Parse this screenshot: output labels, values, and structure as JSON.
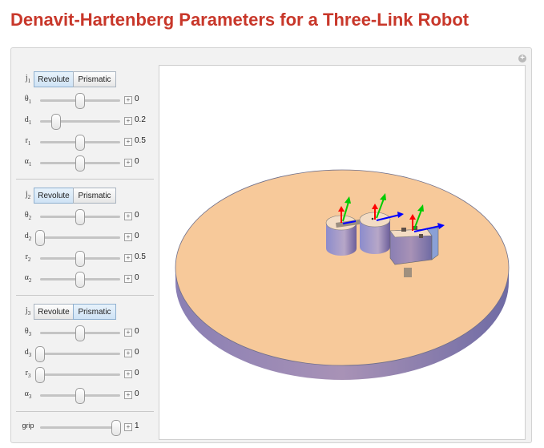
{
  "title": "Denavit-Hartenberg Parameters for a Three-Link Robot",
  "colors": {
    "title": "#c8372a",
    "disc_top": "#f7c99a",
    "disc_side": "#7a6ea8",
    "x_axis": "#0000ff",
    "y_axis": "#00cc00",
    "z_axis": "#ff0000"
  },
  "joints": [
    {
      "label": "j",
      "index": "1",
      "buttons": {
        "revolute": "Revolute",
        "prismatic": "Prismatic"
      },
      "selected": "revolute",
      "params": [
        {
          "symbol": "θ",
          "index": "1",
          "value": "0",
          "fraction": 0.5
        },
        {
          "symbol": "d",
          "index": "1",
          "value": "0.2",
          "fraction": 0.2
        },
        {
          "symbol": "r",
          "index": "1",
          "value": "0.5",
          "fraction": 0.5
        },
        {
          "symbol": "α",
          "index": "1",
          "value": "0",
          "fraction": 0.5
        }
      ]
    },
    {
      "label": "j",
      "index": "2",
      "buttons": {
        "revolute": "Revolute",
        "prismatic": "Prismatic"
      },
      "selected": "revolute",
      "params": [
        {
          "symbol": "θ",
          "index": "2",
          "value": "0",
          "fraction": 0.5
        },
        {
          "symbol": "d",
          "index": "2",
          "value": "0",
          "fraction": 0.0
        },
        {
          "symbol": "r",
          "index": "2",
          "value": "0.5",
          "fraction": 0.5
        },
        {
          "symbol": "α",
          "index": "2",
          "value": "0",
          "fraction": 0.5
        }
      ]
    },
    {
      "label": "j",
      "index": "3",
      "buttons": {
        "revolute": "Revolute",
        "prismatic": "Prismatic"
      },
      "selected": "prismatic",
      "params": [
        {
          "symbol": "θ",
          "index": "3",
          "value": "0",
          "fraction": 0.5
        },
        {
          "symbol": "d",
          "index": "3",
          "value": "0",
          "fraction": 0.0
        },
        {
          "symbol": "r",
          "index": "3",
          "value": "0",
          "fraction": 0.0
        },
        {
          "symbol": "α",
          "index": "3",
          "value": "0",
          "fraction": 0.5
        }
      ]
    }
  ],
  "grip": {
    "label": "grip",
    "value": "1",
    "fraction": 0.95
  }
}
